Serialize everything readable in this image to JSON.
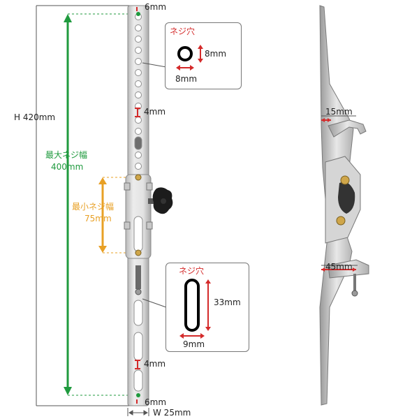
{
  "labels": {
    "top_margin": "6mm",
    "bottom_margin": "6mm",
    "upper_pitch": "4mm",
    "lower_pitch": "4mm",
    "height": "H 420mm",
    "width": "W 25mm",
    "max_screw_title": "最大ネジ幅",
    "max_screw_value": "400mm",
    "min_screw_title": "最小ネジ幅",
    "min_screw_value": "75mm",
    "side_top_width": "15mm",
    "side_bottom_width": "45mm"
  },
  "callout_round": {
    "title": "ネジ穴",
    "height": "8mm",
    "width": "8mm"
  },
  "callout_slot": {
    "title": "ネジ穴",
    "height": "33mm",
    "width": "9mm"
  },
  "colors": {
    "dimension_green": "#1f9a3e",
    "dimension_orange": "#e8a025",
    "dimension_red": "#d42a2a",
    "metal": "#d9d9d9"
  }
}
